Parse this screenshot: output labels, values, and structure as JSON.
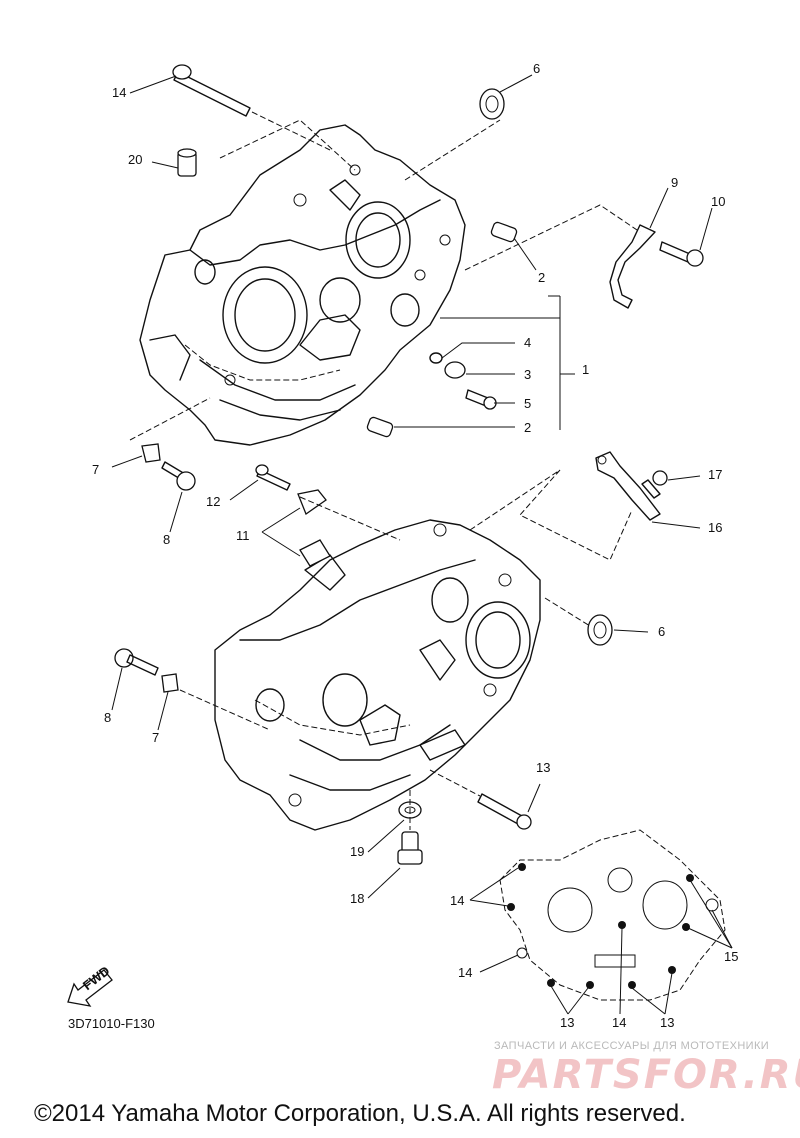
{
  "diagram_code": "3D71010-F130",
  "copyright": "©2014 Yamaha Motor Corporation, U.S.A. All rights reserved.",
  "watermark": {
    "tagline": "ЗАПЧАСТИ И АКСЕССУАРЫ ДЛЯ МОТОТЕХНИКИ",
    "logo": "PARTSFOR.RU"
  },
  "fwd_label": "FWD",
  "callouts": {
    "c1": "1",
    "c2a": "2",
    "c2b": "2",
    "c3": "3",
    "c4": "4",
    "c5": "5",
    "c6a": "6",
    "c6b": "6",
    "c7a": "7",
    "c7b": "7",
    "c8a": "8",
    "c8b": "8",
    "c9": "9",
    "c10": "10",
    "c11": "11",
    "c12": "12",
    "c13a": "13",
    "c14a": "14",
    "c16": "16",
    "c17": "17",
    "c18": "18",
    "c19": "19",
    "c20": "20",
    "m14a": "14",
    "m14b": "14",
    "m14c": "14",
    "m13a": "13",
    "m13b": "13",
    "m15": "15"
  }
}
